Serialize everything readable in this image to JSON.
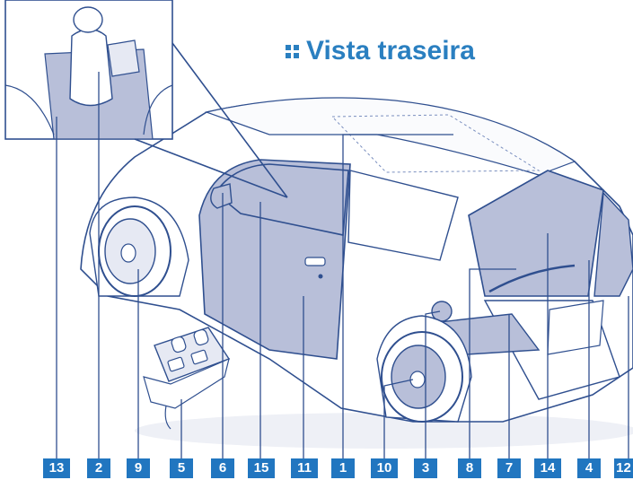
{
  "title": "Vista traseira",
  "colors": {
    "accent": "#2176c0",
    "panel": "#b8bfd9",
    "line": "#2f4f8f"
  },
  "callouts": [
    "13",
    "2",
    "9",
    "5",
    "6",
    "15",
    "11",
    "1",
    "10",
    "3",
    "8",
    "7",
    "14",
    "4",
    "12"
  ]
}
